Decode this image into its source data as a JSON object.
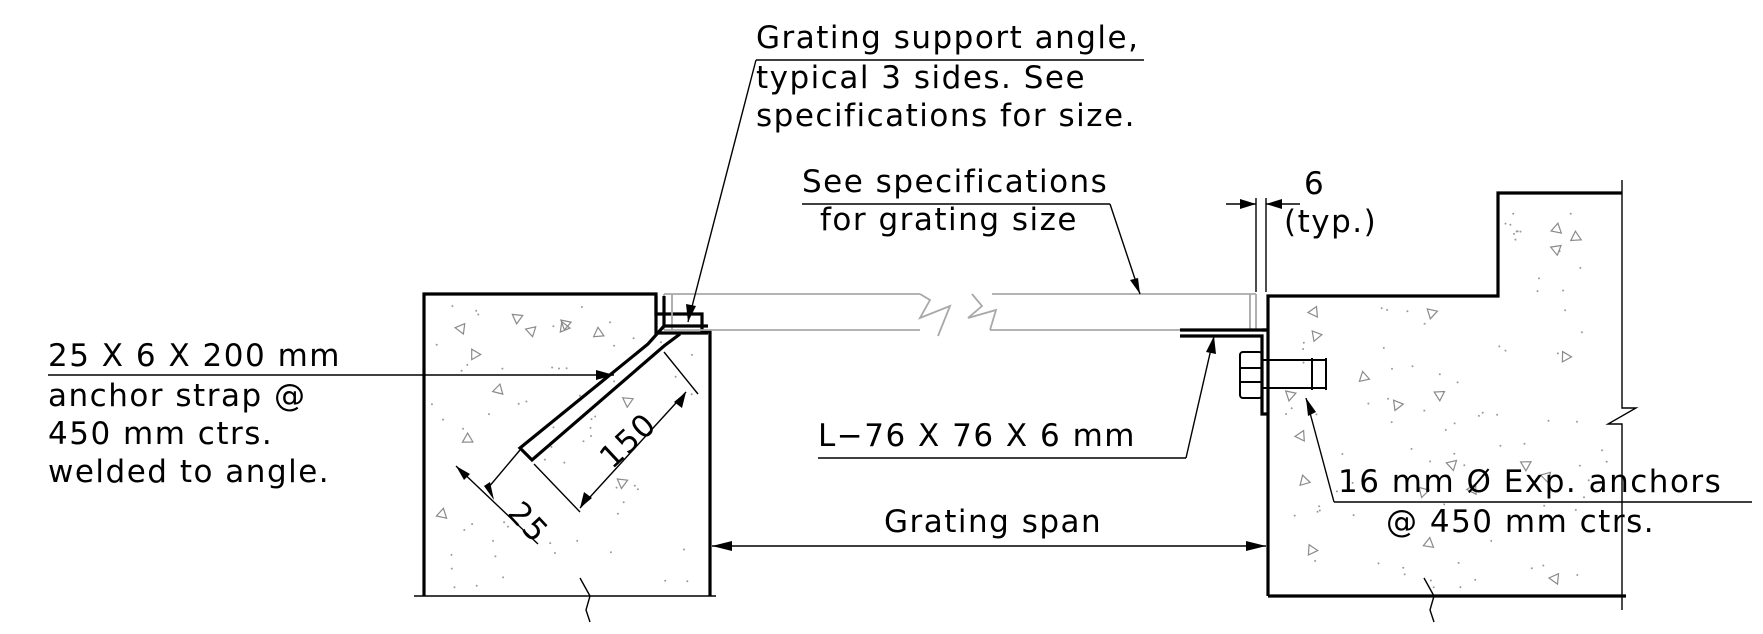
{
  "labels": {
    "support_angle": [
      "Grating support angle,",
      "typical 3 sides. See",
      "specifications for size."
    ],
    "grating_size": [
      "See specifications",
      "for grating size"
    ],
    "gap": [
      "6",
      "(typ.)"
    ],
    "anchor_strap": [
      "25 X 6 X 200 mm",
      "anchor strap @",
      "450 mm ctrs.",
      "welded to angle."
    ],
    "angle_size": "L−76 X 76 X 6 mm",
    "exp_anchors": [
      "16 mm Ø Exp. anchors",
      "@ 450 mm ctrs."
    ],
    "grating_span": "Grating span",
    "dim_150": "150",
    "dim_25": "25"
  }
}
